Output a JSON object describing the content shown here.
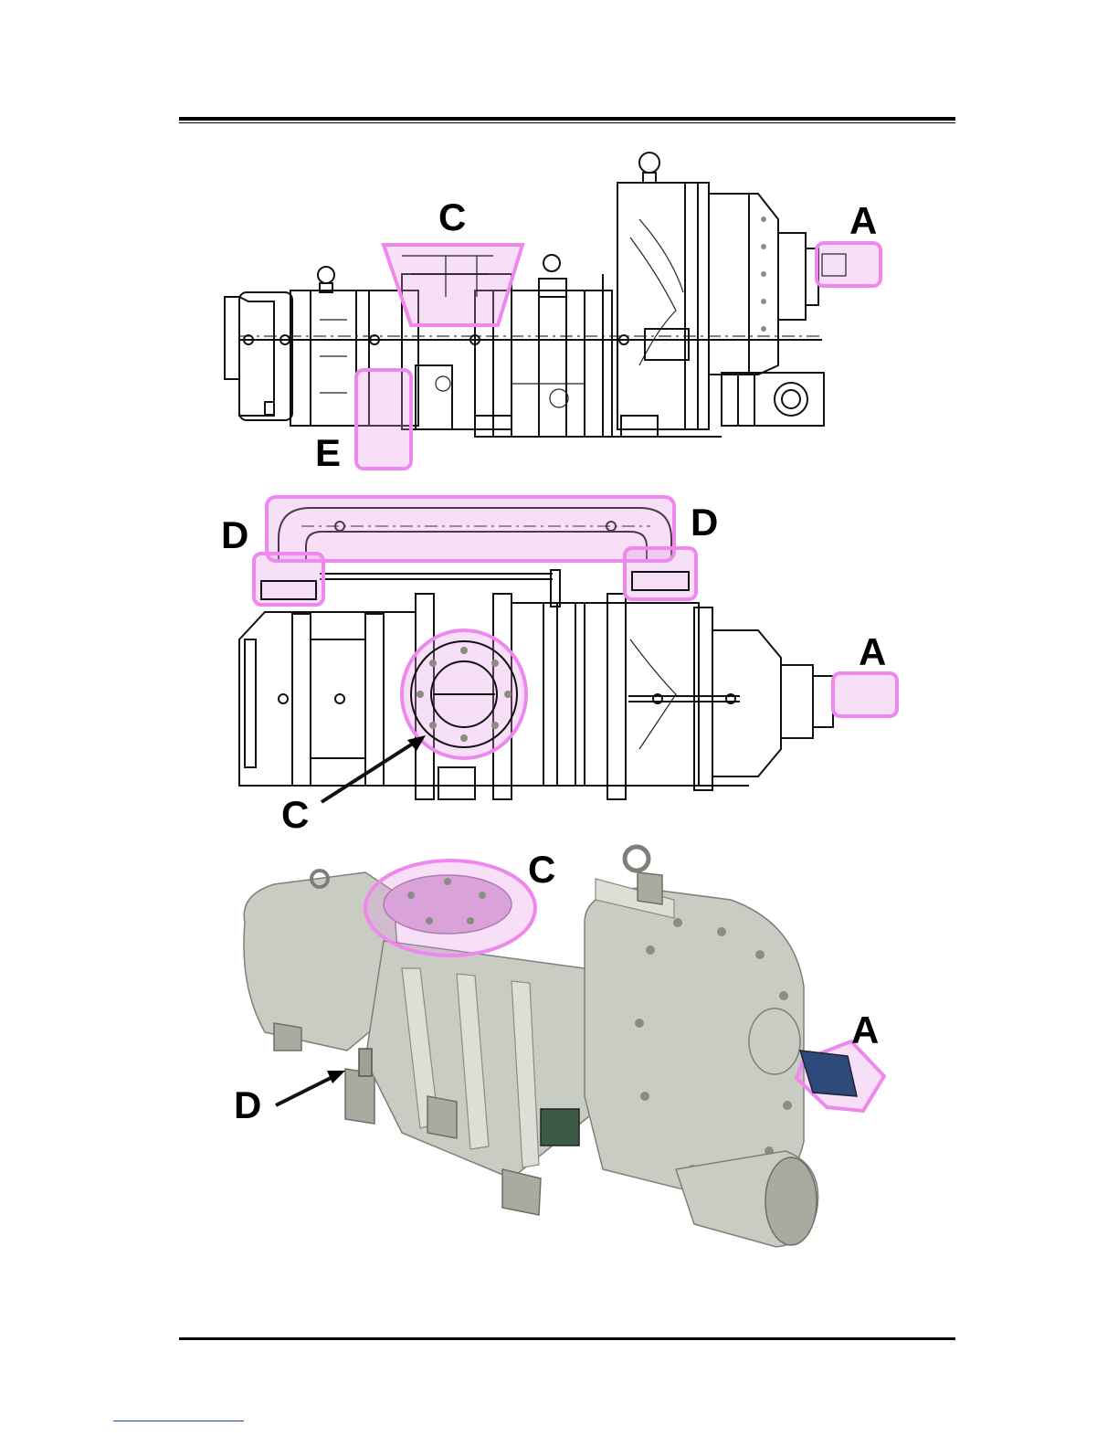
{
  "callouts": {
    "top_view": {
      "c": "C",
      "a": "A",
      "e": "E"
    },
    "side_view": {
      "d_left": "D",
      "d_right": "D",
      "a": "A",
      "c": "C"
    },
    "photo": {
      "c": "C",
      "a": "A",
      "d": "D"
    }
  },
  "colors": {
    "highlight": "#ee88ee",
    "highlight_fill": "rgba(230,150,230,0.30)",
    "casing": "#c9ccc2",
    "rule": "#000000",
    "link_underline": "#1f3fbf"
  }
}
